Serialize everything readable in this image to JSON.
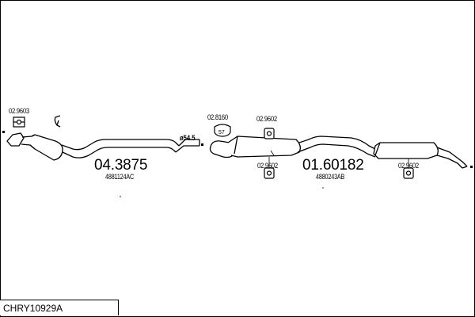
{
  "title": "CHRY10929A",
  "parts": {
    "front_pipe_number": "04.3875",
    "front_pipe_oem": "4881124AC",
    "rear_section_number": "01.60182",
    "rear_section_oem": "4880243AB"
  },
  "hardware": {
    "clamp_front": "02.9603",
    "gasket": "02.8160",
    "hanger_top": "02.9602",
    "hanger_bottom": "02.9602",
    "hanger_rear": "02.9602"
  },
  "pipe_diameter": "ø54.5",
  "gasket_inner_label": "57"
}
